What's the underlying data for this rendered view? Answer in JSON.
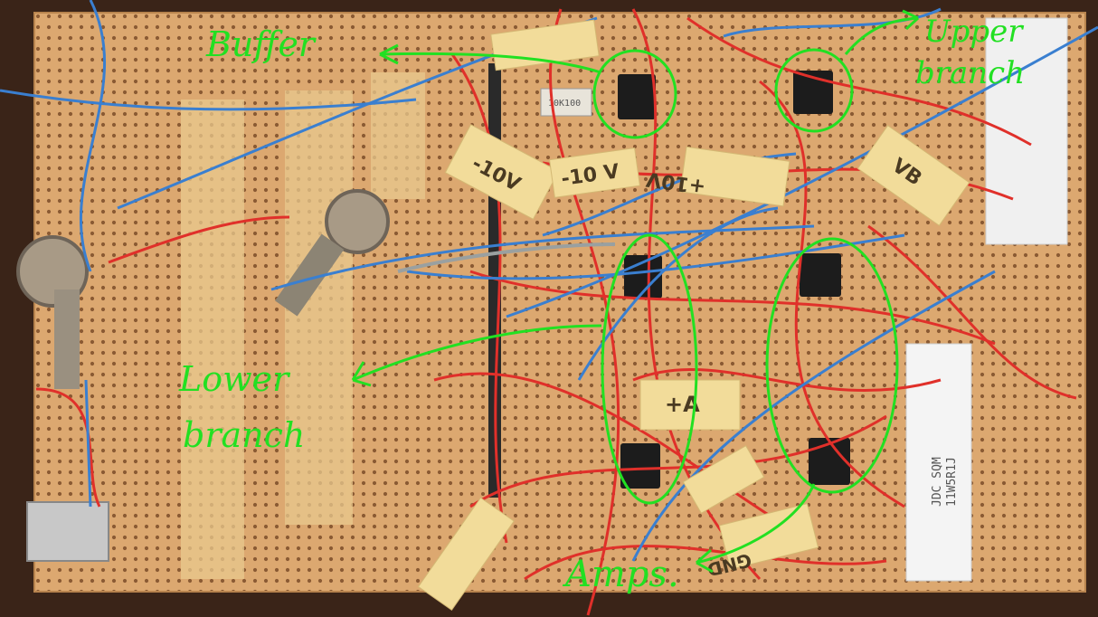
{
  "colors": {
    "board": "#dca870",
    "hole": "#8a5a33",
    "tape": "#f2dc9a",
    "red_wire": "#e0302a",
    "blue_wire": "#3a7fd0",
    "annotation": "#22e022",
    "chip": "#1c1c1c"
  },
  "annotations": {
    "buffer": "Buffer",
    "upper_1": "Upper",
    "upper_2": "branch",
    "lower_1": "Lower",
    "lower_2": "branch",
    "amps": "Amps."
  },
  "tape_labels": {
    "neg10_a": "-10V",
    "neg10_b": "-10 V",
    "plus10": "+10V",
    "jdc": "JDC SQM",
    "lot": "11W5R1J",
    "a": "+A",
    "gnd": "GND",
    "vb": "VB"
  },
  "resistor_label": "10K100"
}
